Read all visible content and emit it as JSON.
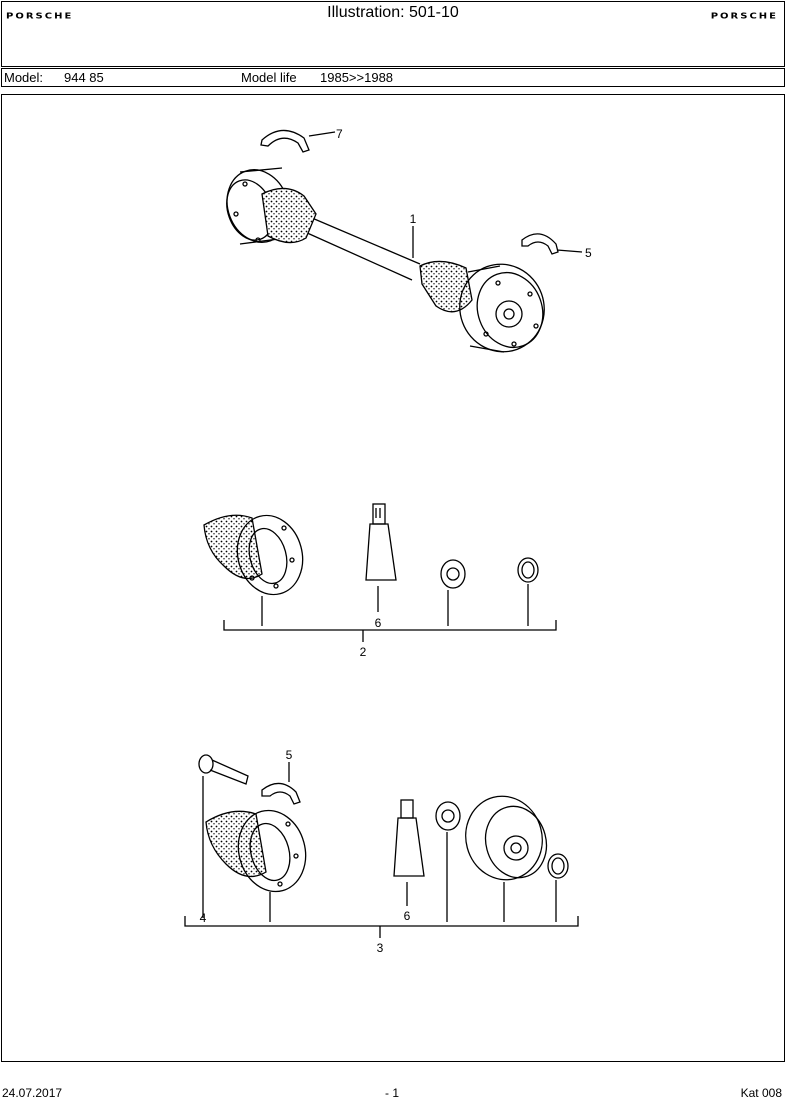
{
  "header": {
    "logo_left": "PORSCHE",
    "title": "Illustration: 501-10",
    "logo_right": "PORSCHE"
  },
  "model_bar": {
    "model_label": "Model:",
    "model_value": "944 85",
    "life_label": "Model life",
    "life_value": "1985>>1988"
  },
  "callouts": {
    "c1": "1",
    "c2": "2",
    "c3": "3",
    "c4": "4",
    "c5a": "5",
    "c5b": "5",
    "c6a": "6",
    "c6b": "6",
    "c7": "7"
  },
  "footer": {
    "date": "24.07.2017",
    "page": "- 1",
    "catalog": "Kat 008"
  }
}
